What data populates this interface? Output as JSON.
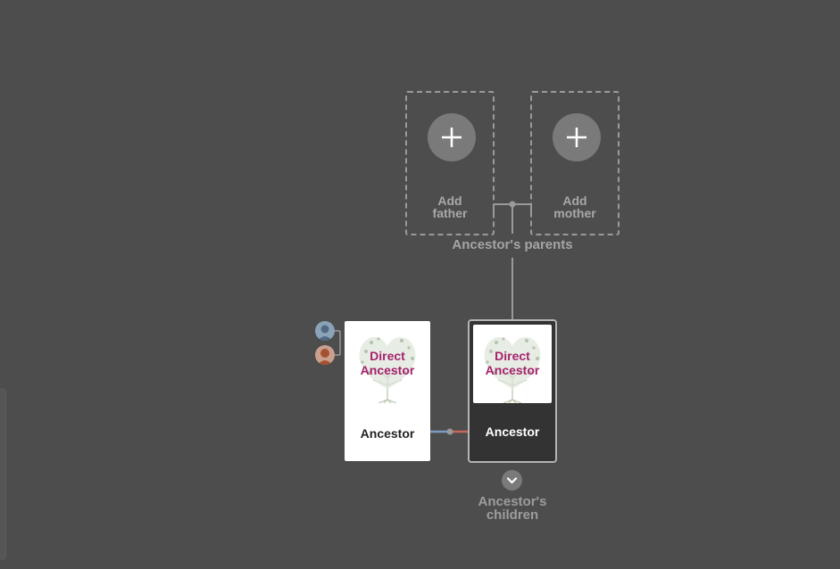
{
  "parents_group": {
    "add_father_label": "Add\nfather",
    "add_mother_label": "Add\nmother",
    "title": "Ancestor's parents"
  },
  "spouse_card": {
    "name": "Ancestor",
    "photo_text_line1": "Direct",
    "photo_text_line2": "Ancestor"
  },
  "focus_card": {
    "name": "Ancestor",
    "photo_text_line1": "Direct",
    "photo_text_line2": "Ancestor"
  },
  "children_group": {
    "title": "Ancestor's\nchildren"
  },
  "icons": {
    "add_father": "plus-icon",
    "add_mother": "plus-icon",
    "expand_children": "chevron-down-icon",
    "male_avatar": "male-avatar-icon",
    "female_avatar": "female-avatar-icon"
  },
  "colors": {
    "background": "#4d4d4d",
    "photo_text": "#a6226e",
    "connector_male": "#7a9cc0",
    "connector_female": "#c8675a"
  }
}
